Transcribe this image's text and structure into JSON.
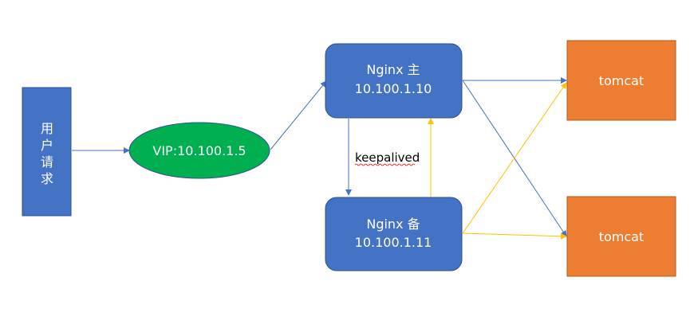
{
  "nodes": {
    "user_request": {
      "label_chars": [
        "用",
        "户",
        "请",
        "求"
      ]
    },
    "vip": {
      "label": "VIP:10.100.1.5"
    },
    "nginx_master": {
      "title": "Nginx 主",
      "ip": "10.100.1.10"
    },
    "nginx_backup": {
      "title": "Nginx 备",
      "ip": "10.100.1.11"
    },
    "tomcat_top": {
      "label": "tomcat"
    },
    "tomcat_bottom": {
      "label": "tomcat"
    }
  },
  "edges": {
    "heartbeat_label": "keepalived"
  },
  "colors": {
    "box_blue": "#4472c4",
    "box_blue_border": "#2f528f",
    "vip_green": "#00b050",
    "vip_border": "#2f528f",
    "tomcat_orange": "#ed7d31",
    "tomcat_border": "#ae5a21",
    "arrow_blue": "#4472c4",
    "arrow_yellow": "#ffc000",
    "spellcheck_red": "#ff0000"
  }
}
